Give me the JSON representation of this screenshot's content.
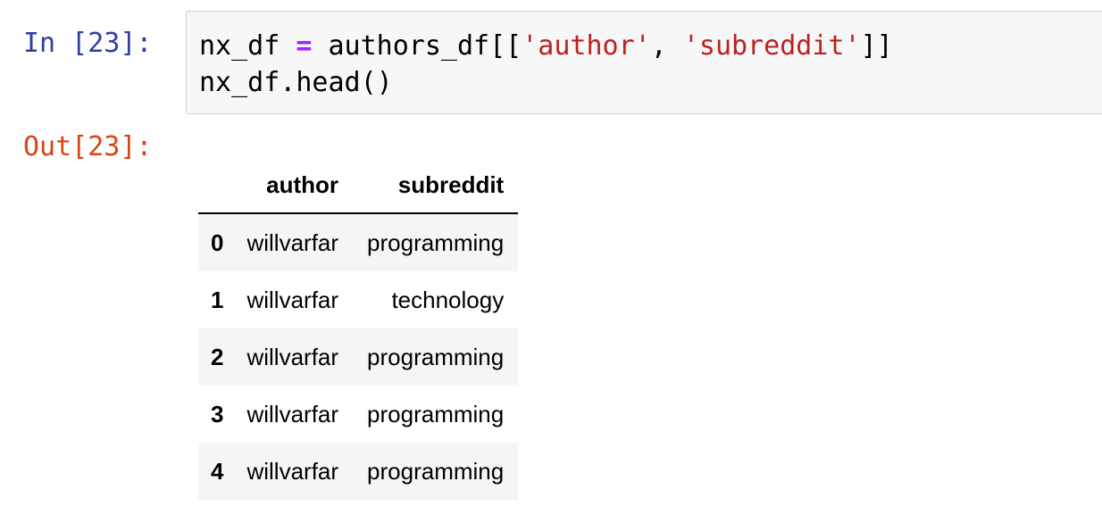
{
  "cell": {
    "in_prompt": "In [23]:",
    "out_prompt": "Out[23]:",
    "code": {
      "line1": {
        "var": "nx_df ",
        "op": "=",
        "rest1": " authors_df[[",
        "str1": "'author'",
        "comma": ", ",
        "str2": "'subreddit'",
        "close": "]]"
      },
      "line2": "nx_df.head()"
    }
  },
  "table": {
    "columns": [
      "",
      "author",
      "subreddit"
    ],
    "rows": [
      {
        "index": "0",
        "author": "willvarfar",
        "subreddit": "programming"
      },
      {
        "index": "1",
        "author": "willvarfar",
        "subreddit": "technology"
      },
      {
        "index": "2",
        "author": "willvarfar",
        "subreddit": "programming"
      },
      {
        "index": "3",
        "author": "willvarfar",
        "subreddit": "programming"
      },
      {
        "index": "4",
        "author": "willvarfar",
        "subreddit": "programming"
      }
    ]
  }
}
